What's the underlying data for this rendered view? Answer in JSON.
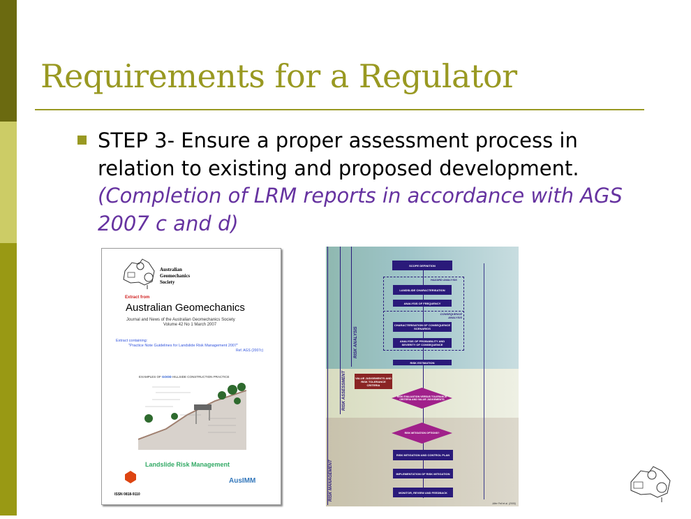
{
  "slide": {
    "title": "Requirements for a Regulator",
    "bullet_main": "STEP 3- Ensure a proper assessment process in relation to existing and proposed development.",
    "bullet_note": "(Completion of LRM reports in accordance with AGS 2007 c and d)"
  },
  "cover": {
    "society": [
      "Australian",
      "Geomechanics",
      "Society"
    ],
    "extract_from": "Extract from",
    "journal": "Australian Geomechanics",
    "subtitle": "Journal and News of the Australian Geomechanics Society",
    "volume": "Volume 42 No 1 March 2007",
    "extract_containing": "Extract containing:",
    "guidelines": "\"Practice Note Guidelines for Landslide Risk Management 2007\"",
    "ref": "Ref. AGS (2007c)",
    "figure_title_pre": "EXAMPLES OF ",
    "figure_title_good": "GOOD",
    "figure_title_post": " HILLSIDE CONSTRUCTION PRACTICE",
    "footer_title": "Landslide Risk Management",
    "ausimm": "AusIMM",
    "issn": "ISSN 0818-9110"
  },
  "flowchart": {
    "regions": [
      "RISK ANALYSIS",
      "RISK ASSESSMENT",
      "RISK MANAGEMENT"
    ],
    "hazard_label": "HAZARD ANALYSIS",
    "consequence_label": "CONSEQUENCE ANALYSIS",
    "boxes": {
      "scope": "SCOPE DEFINITION",
      "landslide": "LANDSLIDE CHARACTERISATION",
      "frequency": "ANALYSIS OF FREQUENCY",
      "consequence": "CHARACTERISATION OF CONSEQUENCE SCENARIOS",
      "probability": "ANALYSIS OF PROBABILITY AND SEVERITY OF CONSEQUENCE",
      "estimation": "RISK ESTIMATION",
      "value": "VALUE JUDGEMENTS AND RISK TOLERANCE CRITERIA",
      "evaluation": "RISK EVALUATION VERSUS TOLERANCE CRITERIA AND VALUE JUDGEMENTS",
      "options": "RISK MITIGATION OPTIONS?",
      "plan": "RISK MITIGATION AND CONTROL PLAN",
      "implementation": "IMPLEMENTATION OF RISK MITIGATION",
      "monitor": "MONITOR, REVIEW AND FEEDBACK"
    },
    "credit": "After Fell et al. (2005)"
  },
  "colors": {
    "accent": "#999922",
    "dark_bar": "#6b6a10",
    "light_bar": "#cccc66",
    "note": "#6633a0"
  }
}
